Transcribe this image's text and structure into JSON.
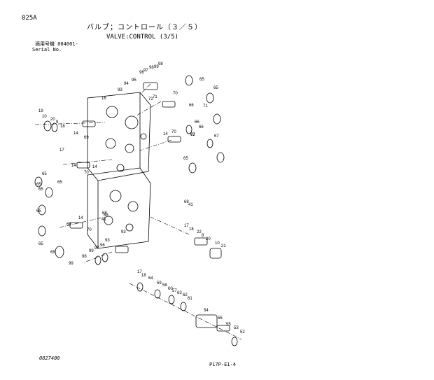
{
  "header": {
    "code": "025A",
    "title_jp": "バルブ；コントロール（３／５）",
    "title_en": "VALVE:CONTROL (3/5)",
    "serial_jp": "適用号機 004001-",
    "serial_en": "Serial No."
  },
  "footer": {
    "doc_no": "0827400",
    "ref": "P17P-E1-4"
  },
  "callouts": [
    "19",
    "10",
    "20",
    "9",
    "18",
    "17",
    "16",
    "14",
    "69",
    "14",
    "70",
    "14",
    "65",
    "65",
    "65",
    "65",
    "65",
    "69",
    "14",
    "41",
    "68",
    "70",
    "65",
    "65",
    "98",
    "99",
    "97",
    "96",
    "93",
    "93",
    "94",
    "95",
    "96",
    "97",
    "98",
    "99",
    "98",
    "72",
    "71",
    "70",
    "65",
    "66",
    "65",
    "71",
    "66",
    "67",
    "72",
    "14",
    "70",
    "67",
    "65",
    "66",
    "68",
    "41",
    "17",
    "18",
    "22",
    "8",
    "20",
    "10",
    "21",
    "17",
    "18",
    "64",
    "59",
    "58",
    "60",
    "57",
    "63",
    "62",
    "61",
    "54",
    "56",
    "55",
    "53",
    "52",
    "68",
    "93",
    "99"
  ]
}
